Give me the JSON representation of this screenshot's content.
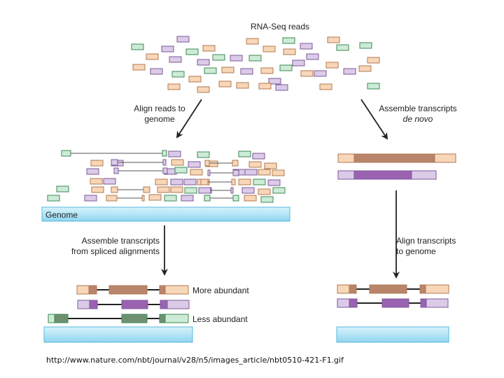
{
  "title": "RNA-Seq reads",
  "colors": {
    "orange": "#f8d6b8",
    "orange_stroke": "#b07a50",
    "orange_dark": "#b8846a",
    "purple": "#dccbe8",
    "purple_stroke": "#7b5a9a",
    "purple_dark": "#9a62b0",
    "green": "#cdebd6",
    "green_stroke": "#3d8a56",
    "green_dark": "#6f9070",
    "genome": "#b8e6f6",
    "genome_stroke": "#5ab8dc"
  },
  "left_branch": {
    "step1_label": [
      "Align reads to",
      "genome"
    ],
    "genome_label": "Genome",
    "step2_label": [
      "Assemble transcripts",
      "from spliced alignments"
    ],
    "transcripts": [
      {
        "label": "More abundant",
        "color": "orange"
      },
      {
        "label": "",
        "color": "purple"
      },
      {
        "label": "Less abundant",
        "color": "green"
      }
    ]
  },
  "right_branch": {
    "step1_label": [
      "Assemble transcripts",
      "de novo"
    ],
    "step2_label": [
      "Align transcripts",
      "to genome"
    ]
  },
  "source_url": "http://www.nature.com/nbt/journal/v28/n5/images_article/nbt0510-421-F1.gif"
}
